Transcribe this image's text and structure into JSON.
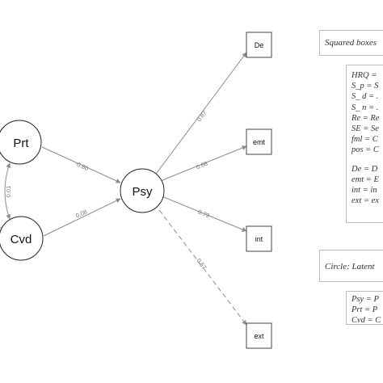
{
  "nodes": {
    "prt": "Prt",
    "cvd": "Cvd",
    "psy": "Psy",
    "de": "De",
    "emt": "emt",
    "int": "int",
    "ext": "ext"
  },
  "edges": {
    "prt_psy": "-0.80",
    "cvd_psy": "0.08",
    "prt_cvd": "0.01",
    "psy_de": "0.87",
    "psy_emt": "0.68",
    "psy_int": "0.79",
    "psy_ext": "0.57"
  },
  "legend_squares": {
    "title": "Squared boxes",
    "lines_a": [
      "HRQ = ",
      "S_p = S",
      "S_ d = .",
      "S_ n = .",
      "Re = Re",
      "SE = Se",
      "fml = C",
      "pos = C"
    ],
    "lines_b": [
      "De = D",
      "emt = E",
      "int = in",
      "ext = ex"
    ]
  },
  "legend_circles": {
    "title": "Circle: Latent",
    "lines": [
      "Psy = P",
      "Prt = P",
      "Cvd = C"
    ]
  },
  "colors": {
    "edge": "#8c8c8c",
    "node_stroke": "#222222",
    "box_border": "#bdbdbd"
  }
}
